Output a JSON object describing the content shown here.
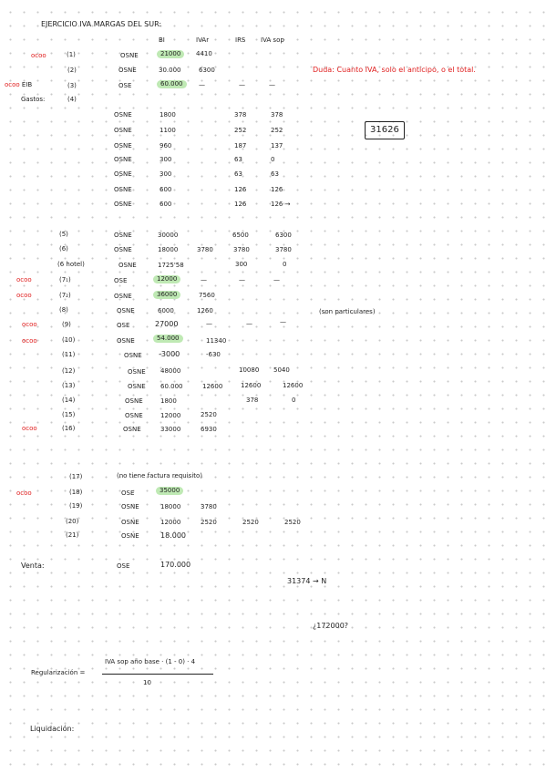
{
  "title": "EJERCICIO IVA MARGAS DEL SUR:",
  "headers": {
    "bi": "BI",
    "iva": "IVAr",
    "irs": "IRS",
    "iva_sop": "IVA sop"
  },
  "note": "Duda: Cuanto IVA, solo el anticipo, o el total.",
  "box": "31626",
  "gastos": "Gastos:",
  "side_marks": {
    "ocoo": "ocoo",
    "ocoo_eib": "ocoo EIB"
  },
  "rows": [
    {
      "code": "(1)",
      "type": "OSNE",
      "bi": "21000",
      "iva": "4410",
      "irs": "",
      "ivs": ""
    },
    {
      "code": "(2)",
      "type": "OSNE",
      "bi": "30.000",
      "iva": "6300",
      "irs": "",
      "ivs": ""
    },
    {
      "code": "(3)",
      "type": "OSE",
      "bi": "60.000",
      "iva": "—",
      "irs": "—",
      "ivs": "—"
    },
    {
      "code": "(4)",
      "type": "",
      "bi": "",
      "iva": "",
      "irs": "",
      "ivs": ""
    },
    {
      "code": "",
      "type": "OSNE",
      "bi": "1800",
      "iva": "",
      "irs": "378",
      "ivs": "378"
    },
    {
      "code": "",
      "type": "OSNE",
      "bi": "1100",
      "iva": "",
      "irs": "252",
      "ivs": "252"
    },
    {
      "code": "",
      "type": "OSNE",
      "bi": "960",
      "iva": "",
      "irs": "187",
      "ivs": "137"
    },
    {
      "code": "",
      "type": "OSNE",
      "bi": "300",
      "iva": "",
      "irs": "63",
      "ivs": "0"
    },
    {
      "code": "",
      "type": "OSNE",
      "bi": "300",
      "iva": "",
      "irs": "63",
      "ivs": "63"
    },
    {
      "code": "",
      "type": "OSNE",
      "bi": "600",
      "iva": "",
      "irs": "126",
      "ivs": "126"
    },
    {
      "code": "",
      "type": "OSNE",
      "bi": "600",
      "iva": "",
      "irs": "126",
      "ivs": "126 →"
    },
    {
      "code": "(5)",
      "type": "OSNE",
      "bi": "30000",
      "iva": "",
      "irs": "6500",
      "ivs": "6300"
    },
    {
      "code": "(6)",
      "type": "OSNE",
      "bi": "18000",
      "iva": "3780",
      "irs": "3780",
      "ivs": "3780"
    },
    {
      "code": "(6 hotel)",
      "type": "OSNE",
      "bi": "1725'58",
      "iva": "",
      "irs": "300",
      "ivs": "0"
    },
    {
      "code": "(7₁)",
      "type": "OSE",
      "bi": "12000",
      "iva": "—",
      "irs": "—",
      "ivs": "—"
    },
    {
      "code": "(7₂)",
      "type": "OSNE",
      "bi": "36000",
      "iva": "7560",
      "irs": "",
      "ivs": ""
    },
    {
      "code": "(8)",
      "type": "OSNE",
      "bi": "6000",
      "iva": "1260",
      "irs": "",
      "ivs": ""
    },
    {
      "code": "(9)",
      "type": "OSE",
      "bi": "27000",
      "iva": "—",
      "irs": "—",
      "ivs": "—"
    },
    {
      "code": "(10)",
      "type": "OSNE",
      "bi": "54.000",
      "iva": "11340",
      "irs": "",
      "ivs": ""
    },
    {
      "code": "(11)",
      "type": "OSNE",
      "bi": "-3000",
      "iva": "-630",
      "irs": "",
      "ivs": ""
    },
    {
      "code": "(12)",
      "type": "OSNE",
      "bi": "48000",
      "iva": "",
      "irs": "10080",
      "ivs": "5040"
    },
    {
      "code": "(13)",
      "type": "OSNE",
      "bi": "60.000",
      "iva": "12600",
      "irs": "12600",
      "ivs": "12600"
    },
    {
      "code": "(14)",
      "type": "OSNE",
      "bi": "1800",
      "iva": "",
      "irs": "378",
      "ivs": "0"
    },
    {
      "code": "(15)",
      "type": "OSNE",
      "bi": "12000",
      "iva": "2520",
      "irs": "",
      "ivs": ""
    },
    {
      "code": "(16)",
      "type": "OSNE",
      "bi": "33000",
      "iva": "6930",
      "irs": "",
      "ivs": ""
    },
    {
      "code": "(17)",
      "type": "(no tiene factura requisito)",
      "bi": "",
      "iva": "",
      "irs": "",
      "ivs": ""
    },
    {
      "code": "(18)",
      "type": "OSE",
      "bi": "35000",
      "iva": "",
      "irs": "",
      "ivs": ""
    },
    {
      "code": "(19)",
      "type": "OSNE",
      "bi": "18000",
      "iva": "3780",
      "irs": "",
      "ivs": ""
    },
    {
      "code": "(20)",
      "type": "OSNE",
      "bi": "12000",
      "iva": "2520",
      "irs": "2520",
      "ivs": "2520"
    },
    {
      "code": "(21)",
      "type": "OSNE",
      "bi": "18.000",
      "iva": "",
      "irs": "",
      "ivs": ""
    }
  ],
  "particulares": "(son particulares)",
  "ventas_label": "Venta:",
  "ventas_type": "OSE",
  "ventas_value": "170.000",
  "result_n": "31374 → N",
  "question": "¿172000?",
  "formula_label": "Regularización",
  "formula_num": "IVA sop año base · (1 - 0) · 4",
  "formula_den": "10",
  "liquidacion": "Liquidación:"
}
